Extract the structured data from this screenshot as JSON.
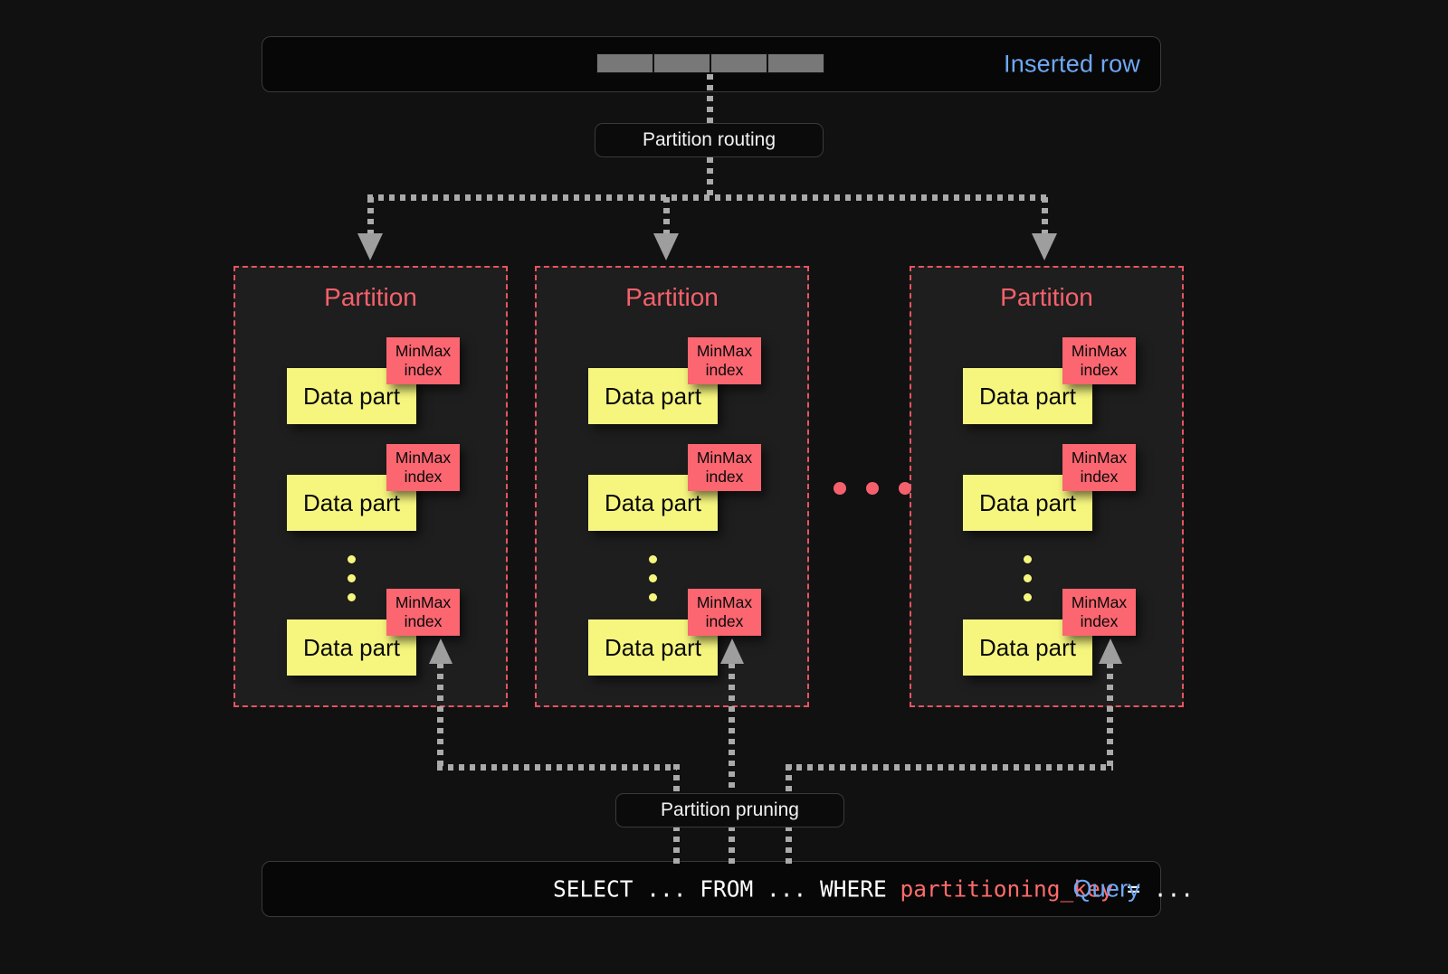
{
  "page": {
    "background": "#111111",
    "title": "Partition routing and pruning diagram"
  },
  "top_bar": {
    "label": "Inserted row",
    "label_color": "#6fa8f5",
    "cell_count": 4,
    "cell_color": "#787878"
  },
  "routing": {
    "label": "Partition routing"
  },
  "pruning": {
    "label": "Partition pruning"
  },
  "query_bar": {
    "label": "Query",
    "label_color": "#6fa8f5",
    "sql_prefix": "SELECT ... FROM ... WHERE ",
    "sql_keyword": "partitioning_key",
    "sql_suffix": " = ...",
    "keyword_color": "#ff6b6b"
  },
  "partitions": [
    {
      "title": "Partition",
      "parts": [
        {
          "data_label": "Data part",
          "index_line1": "MinMax",
          "index_line2": "index"
        },
        {
          "data_label": "Data part",
          "index_line1": "MinMax",
          "index_line2": "index"
        },
        {
          "data_label": "Data part",
          "index_line1": "MinMax",
          "index_line2": "index"
        }
      ]
    },
    {
      "title": "Partition",
      "parts": [
        {
          "data_label": "Data part",
          "index_line1": "MinMax",
          "index_line2": "index"
        },
        {
          "data_label": "Data part",
          "index_line1": "MinMax",
          "index_line2": "index"
        },
        {
          "data_label": "Data part",
          "index_line1": "MinMax",
          "index_line2": "index"
        }
      ]
    },
    {
      "title": "Partition",
      "parts": [
        {
          "data_label": "Data part",
          "index_line1": "MinMax",
          "index_line2": "index"
        },
        {
          "data_label": "Data part",
          "index_line1": "MinMax",
          "index_line2": "index"
        },
        {
          "data_label": "Data part",
          "index_line1": "MinMax",
          "index_line2": "index"
        }
      ]
    }
  ],
  "colors": {
    "partition_border": "#e8545f",
    "partition_fill": "#1e1e1e",
    "data_part": "#f6f67f",
    "minmax_index": "#fb6670",
    "connector": "#aaaaaa",
    "arrow": "#9e9e9e"
  }
}
